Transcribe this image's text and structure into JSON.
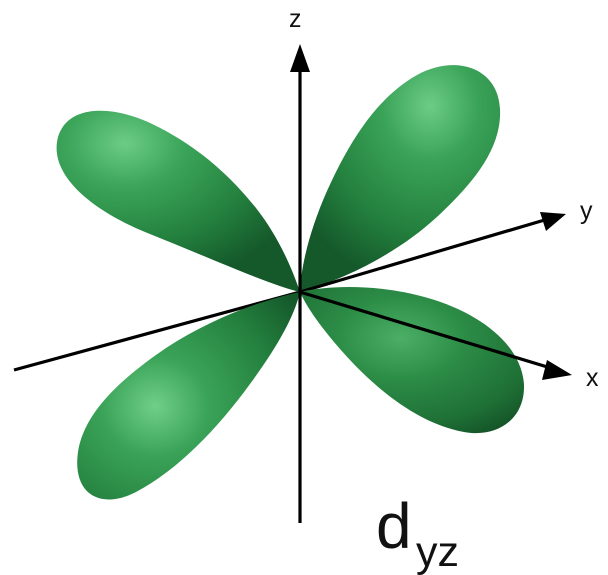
{
  "diagram": {
    "axes": {
      "z": "z",
      "y": "y",
      "x": "x"
    },
    "orbital_label": {
      "main": "d",
      "subscript": "yz"
    },
    "colors": {
      "lobe_dark": "#1f7a37",
      "lobe_mid": "#2f9b4c",
      "lobe_light": "#65c680",
      "axis": "#000000",
      "background": "#ffffff"
    }
  }
}
